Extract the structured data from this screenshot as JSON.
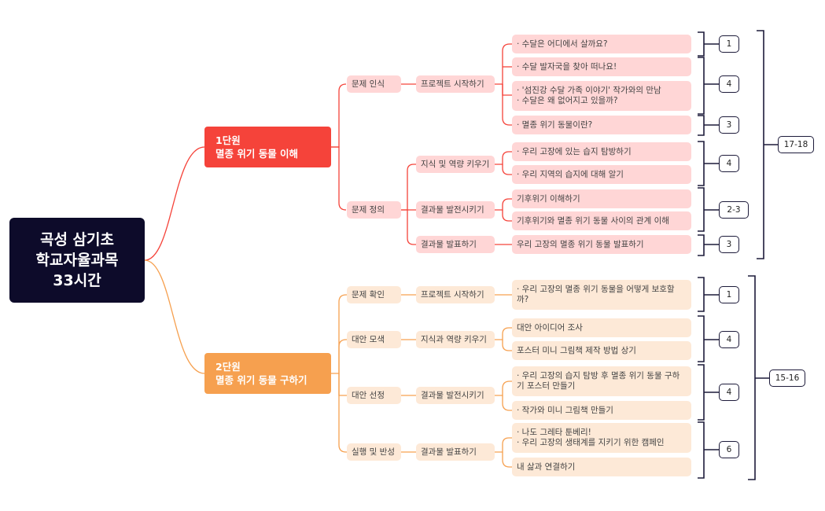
{
  "root": {
    "line1": "곡성 삼기초",
    "line2": "학교자율과목",
    "line3": "33시간"
  },
  "unit1": {
    "title": "1단원",
    "subtitle": "멸종 위기 동물 이해",
    "total_hours": "17-18",
    "phases": [
      {
        "name": "문제 인식",
        "steps": [
          {
            "name": "프로젝트 시작하기",
            "activities": [
              "· 수달은 어디에서 살까요?",
              "· 수달 발자국을 찾아 떠나요!",
              "· '섬진강 수달 가족 이야기' 작가와의 만남",
              "· 수달은 왜 없어지고 있을까?",
              "· 멸종 위기 동물이란?"
            ]
          }
        ]
      },
      {
        "name": "문제 정의",
        "steps": [
          {
            "name": "지식 및 역량 키우기",
            "activities": [
              "· 우리 고장에 있는 습지 탐방하기",
              "· 우리 지역의 습지에 대해 알기"
            ]
          },
          {
            "name": "결과물 발전시키기",
            "activities": [
              "기후위기 이해하기",
              "기후위기와 멸종 위기 동물 사이의 관계 이해"
            ]
          },
          {
            "name": "결과물 발표하기",
            "activities": [
              "우리 고장의 멸종 위기 동물 발표하기"
            ]
          }
        ]
      }
    ],
    "hours": [
      "1",
      "4",
      "3",
      "4",
      "2-3",
      "3"
    ]
  },
  "unit2": {
    "title": "2단원",
    "subtitle": "멸종 위기 동물 구하기",
    "total_hours": "15-16",
    "phases": [
      {
        "name": "문제 확인",
        "steps": [
          {
            "name": "프로젝트 시작하기",
            "activities": [
              "· 우리 고장의 멸종 위기 동물을 어떻게 보호할",
              "까?"
            ]
          }
        ]
      },
      {
        "name": "대안 모색",
        "steps": [
          {
            "name": "지식과 역량 키우기",
            "activities": [
              "대안 아이디어 조사",
              "포스터 미니 그림책 제작 방법 상기"
            ]
          }
        ]
      },
      {
        "name": "대안 선정",
        "steps": [
          {
            "name": "결과물 발전시키기",
            "activities": [
              "· 우리 고장의 습지 탐방 후 멸종 위기 동물 구하",
              "기 포스터 만들기",
              "· 작가와 미니 그림책 만들기"
            ]
          }
        ]
      },
      {
        "name": "실행 및 반성",
        "steps": [
          {
            "name": "결과물 발표하기",
            "activities": [
              "· 나도 그레타 툰베리!",
              "· 우리 고장의 생태계를 지키기 위한 캠페인",
              "내 삶과 연결하기"
            ]
          }
        ]
      }
    ],
    "hours": [
      "1",
      "4",
      "4",
      "6"
    ]
  },
  "colors": {
    "root": "#0d0b2a",
    "unit1": "#f5433a",
    "unit2": "#f6a04f",
    "unit1_light": "#ffd6d6",
    "unit2_light": "#fde9d7",
    "bracket": "#1d1b3a"
  }
}
